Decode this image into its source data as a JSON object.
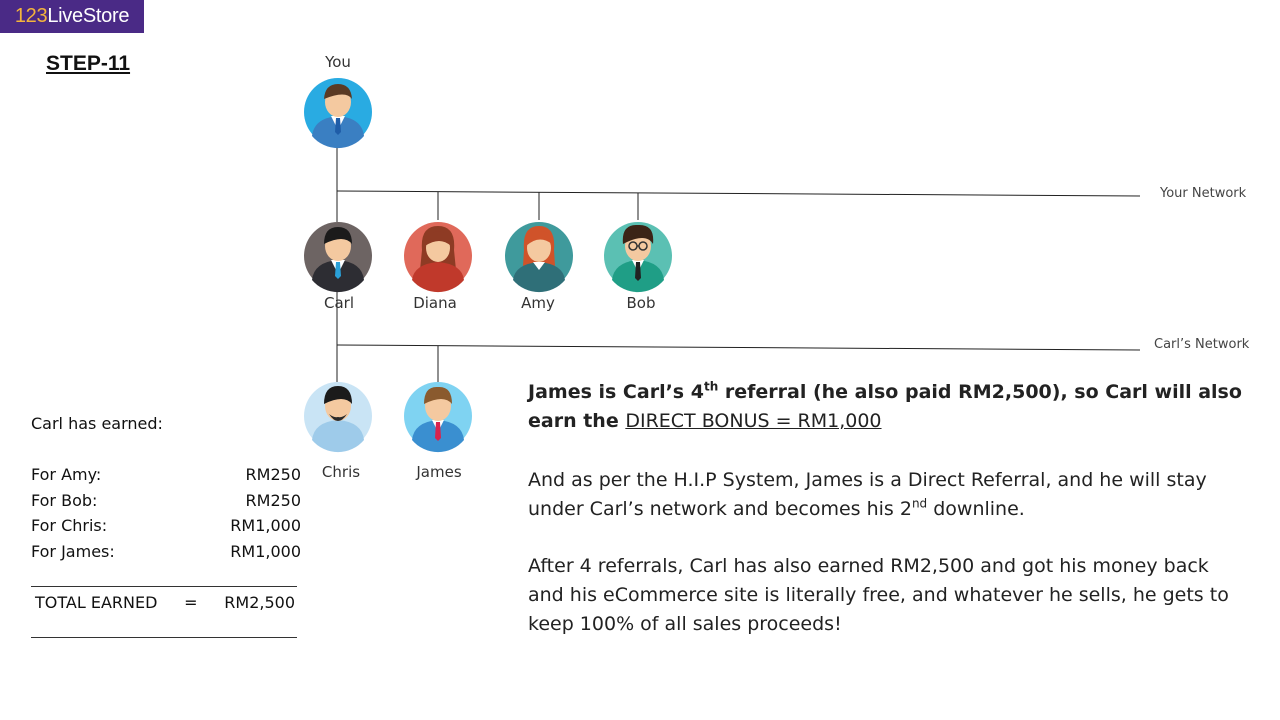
{
  "brand": {
    "logo_number": "123",
    "logo_word": "LiveStore"
  },
  "step_title": "STEP-11",
  "people": {
    "you": "You",
    "carl": "Carl",
    "diana": "Diana",
    "amy": "Amy",
    "bob": "Bob",
    "chris": "Chris",
    "james": "James"
  },
  "networks": {
    "yours": "Your Network",
    "carls": "Carl’s Network"
  },
  "earnings": {
    "title": "Carl has earned:",
    "rows": [
      {
        "label": "For Amy:",
        "amount": "RM250"
      },
      {
        "label": "For Bob:",
        "amount": "RM250"
      },
      {
        "label": "For Chris:",
        "amount": "RM1,000"
      },
      {
        "label": "For James:",
        "amount": "RM1,000"
      }
    ],
    "total_label": "TOTAL EARNED",
    "total_eq": "=",
    "total_amount": "RM2,500"
  },
  "text": {
    "p1_a": "James is Carl’s 4",
    "p1_sup": "th",
    "p1_b": " referral (he also paid RM2,500), so Carl will also earn the ",
    "p1_underlined": "DIRECT BONUS = RM1,000",
    "p2_a": "And as per the H.I.P System, James is a Direct Referral, and he will stay under Carl’s network and becomes his 2",
    "p2_sup": "nd",
    "p2_b": " downline.",
    "p3": "After 4 referrals, Carl has also earned RM2,500 and got his money back and his eCommerce site is literally free, and whatever he sells, he gets to keep 100% of all sales proceeds!"
  },
  "colors": {
    "brand_bg": "#4a2a86",
    "brand_number": "#f4b43c",
    "you_avatar": "#29abe2",
    "carl_avatar": "#6d6463",
    "diana_avatar": "#e0695a",
    "amy_avatar": "#3f9a9c",
    "bob_avatar": "#5bc0b3",
    "chris_avatar": "#c9e4f5",
    "james_avatar": "#7fd3f2"
  }
}
